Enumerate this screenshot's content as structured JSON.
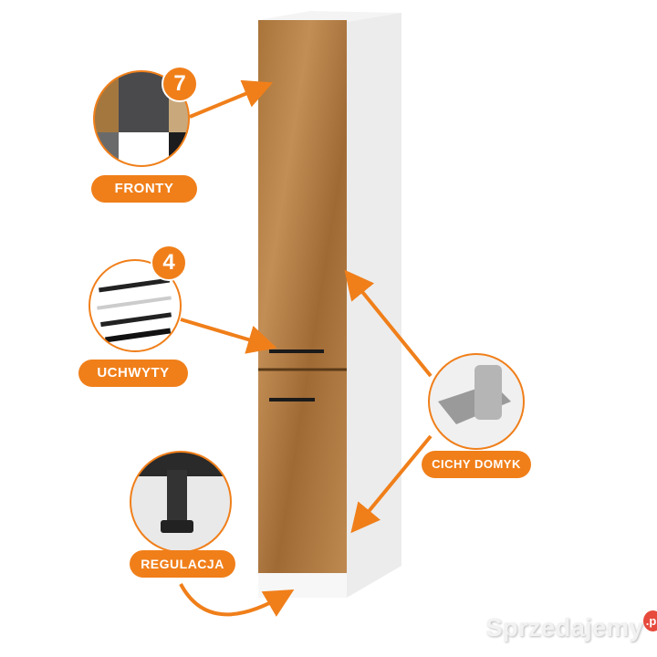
{
  "features": [
    {
      "label": "FRONTY",
      "badge": "7"
    },
    {
      "label": "UCHWYTY",
      "badge": "4"
    },
    {
      "label": "CICHY DOMYK"
    },
    {
      "label": "REGULACJA"
    }
  ],
  "watermark": {
    "name": "Sprzedajemy",
    "tld": ".pl"
  },
  "colors": {
    "accent": "#f07f1a",
    "wood": "#b07a3e"
  }
}
